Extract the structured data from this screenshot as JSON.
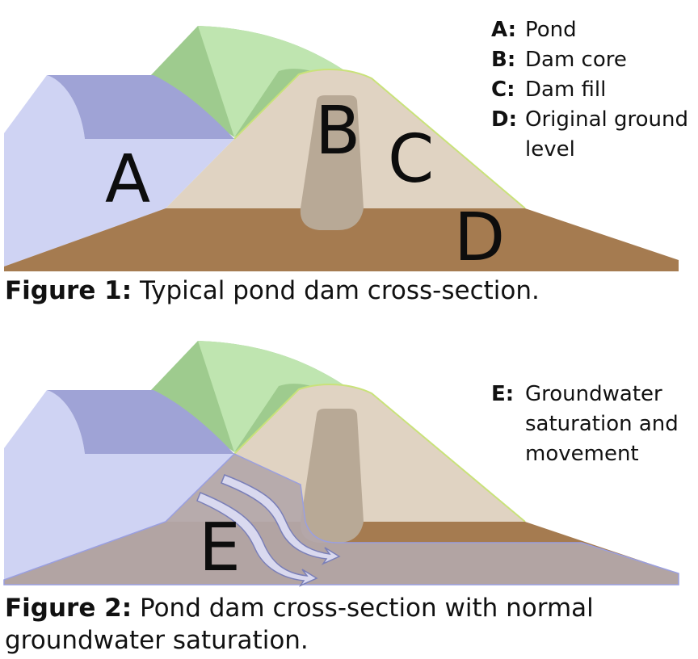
{
  "figure1": {
    "labels": {
      "a": "A",
      "b": "B",
      "c": "C",
      "d": "D"
    },
    "legend": [
      {
        "key": "A:",
        "text": "Pond"
      },
      {
        "key": "B:",
        "text": "Dam core"
      },
      {
        "key": "C:",
        "text": "Dam fill"
      },
      {
        "key": "D:",
        "text": "Original ground level"
      }
    ],
    "caption": {
      "prefix": "Figure 1:",
      "text": "Typical pond dam cross-section."
    }
  },
  "figure2": {
    "labels": {
      "e": "E"
    },
    "legend": [
      {
        "key": "E:",
        "text": "Groundwater saturation and movement"
      }
    ],
    "caption": {
      "prefix": "Figure 2:",
      "text": "Pond dam cross-section with normal groundwater saturation."
    }
  },
  "colors": {
    "pond_front": "#cfd3f3",
    "pond_top": "#9fa3d6",
    "grass_dark": "#9ecb8e",
    "grass_light": "#bfe5b0",
    "fill": "#e0d3c2",
    "core": "#b8a996",
    "ground": "#a57b50",
    "saturation": "#b3a7aa"
  }
}
